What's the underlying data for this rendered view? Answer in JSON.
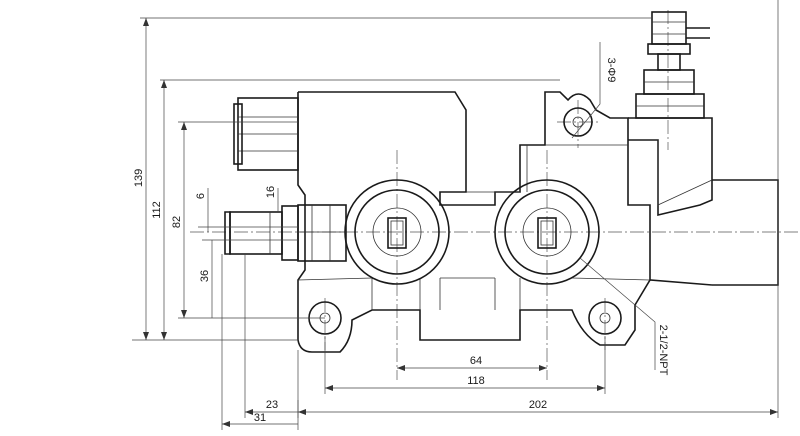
{
  "dimensions": {
    "d139": "139",
    "d112": "112",
    "d82": "82",
    "d6": "6",
    "d16": "16",
    "d36": "36",
    "d64": "64",
    "d118": "118",
    "d202": "202",
    "d23": "23",
    "d31": "31"
  },
  "callouts": {
    "mount_holes": "3-Φ9",
    "ports": "2-1/2-NPT"
  }
}
